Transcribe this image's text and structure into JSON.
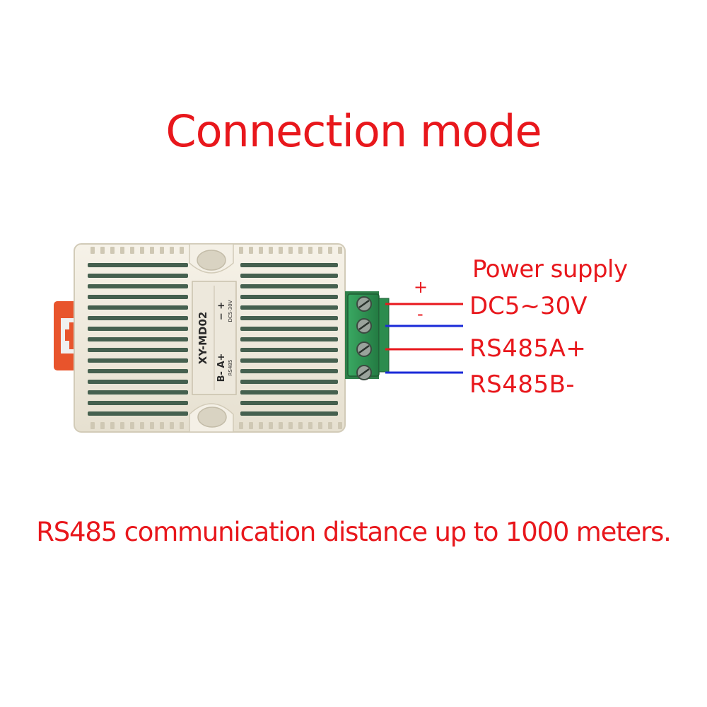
{
  "title": "Connection mode",
  "footer": "RS485 communication distance up to 1000 meters.",
  "colors": {
    "label_red": "#e8171c",
    "wire_red": "#e8171c",
    "wire_blue": "#1a2ad8",
    "housing": "#f1ece0",
    "terminal_green": "#2f9a55",
    "tab_orange": "#e8542c"
  },
  "wiring": {
    "plus_sign": "+",
    "minus_sign": "-",
    "power_label": "Power supply",
    "dc_label": "DC5~30V",
    "rs485a_label": "RS485A+",
    "rs485b_label": "RS485B-"
  },
  "module": {
    "model": "XY-MD02",
    "terminals_left": "B-  A+",
    "terminals_left_sub": "RS485",
    "terminals_right": "−  +",
    "terminals_right_sub": "DC5-30V"
  }
}
